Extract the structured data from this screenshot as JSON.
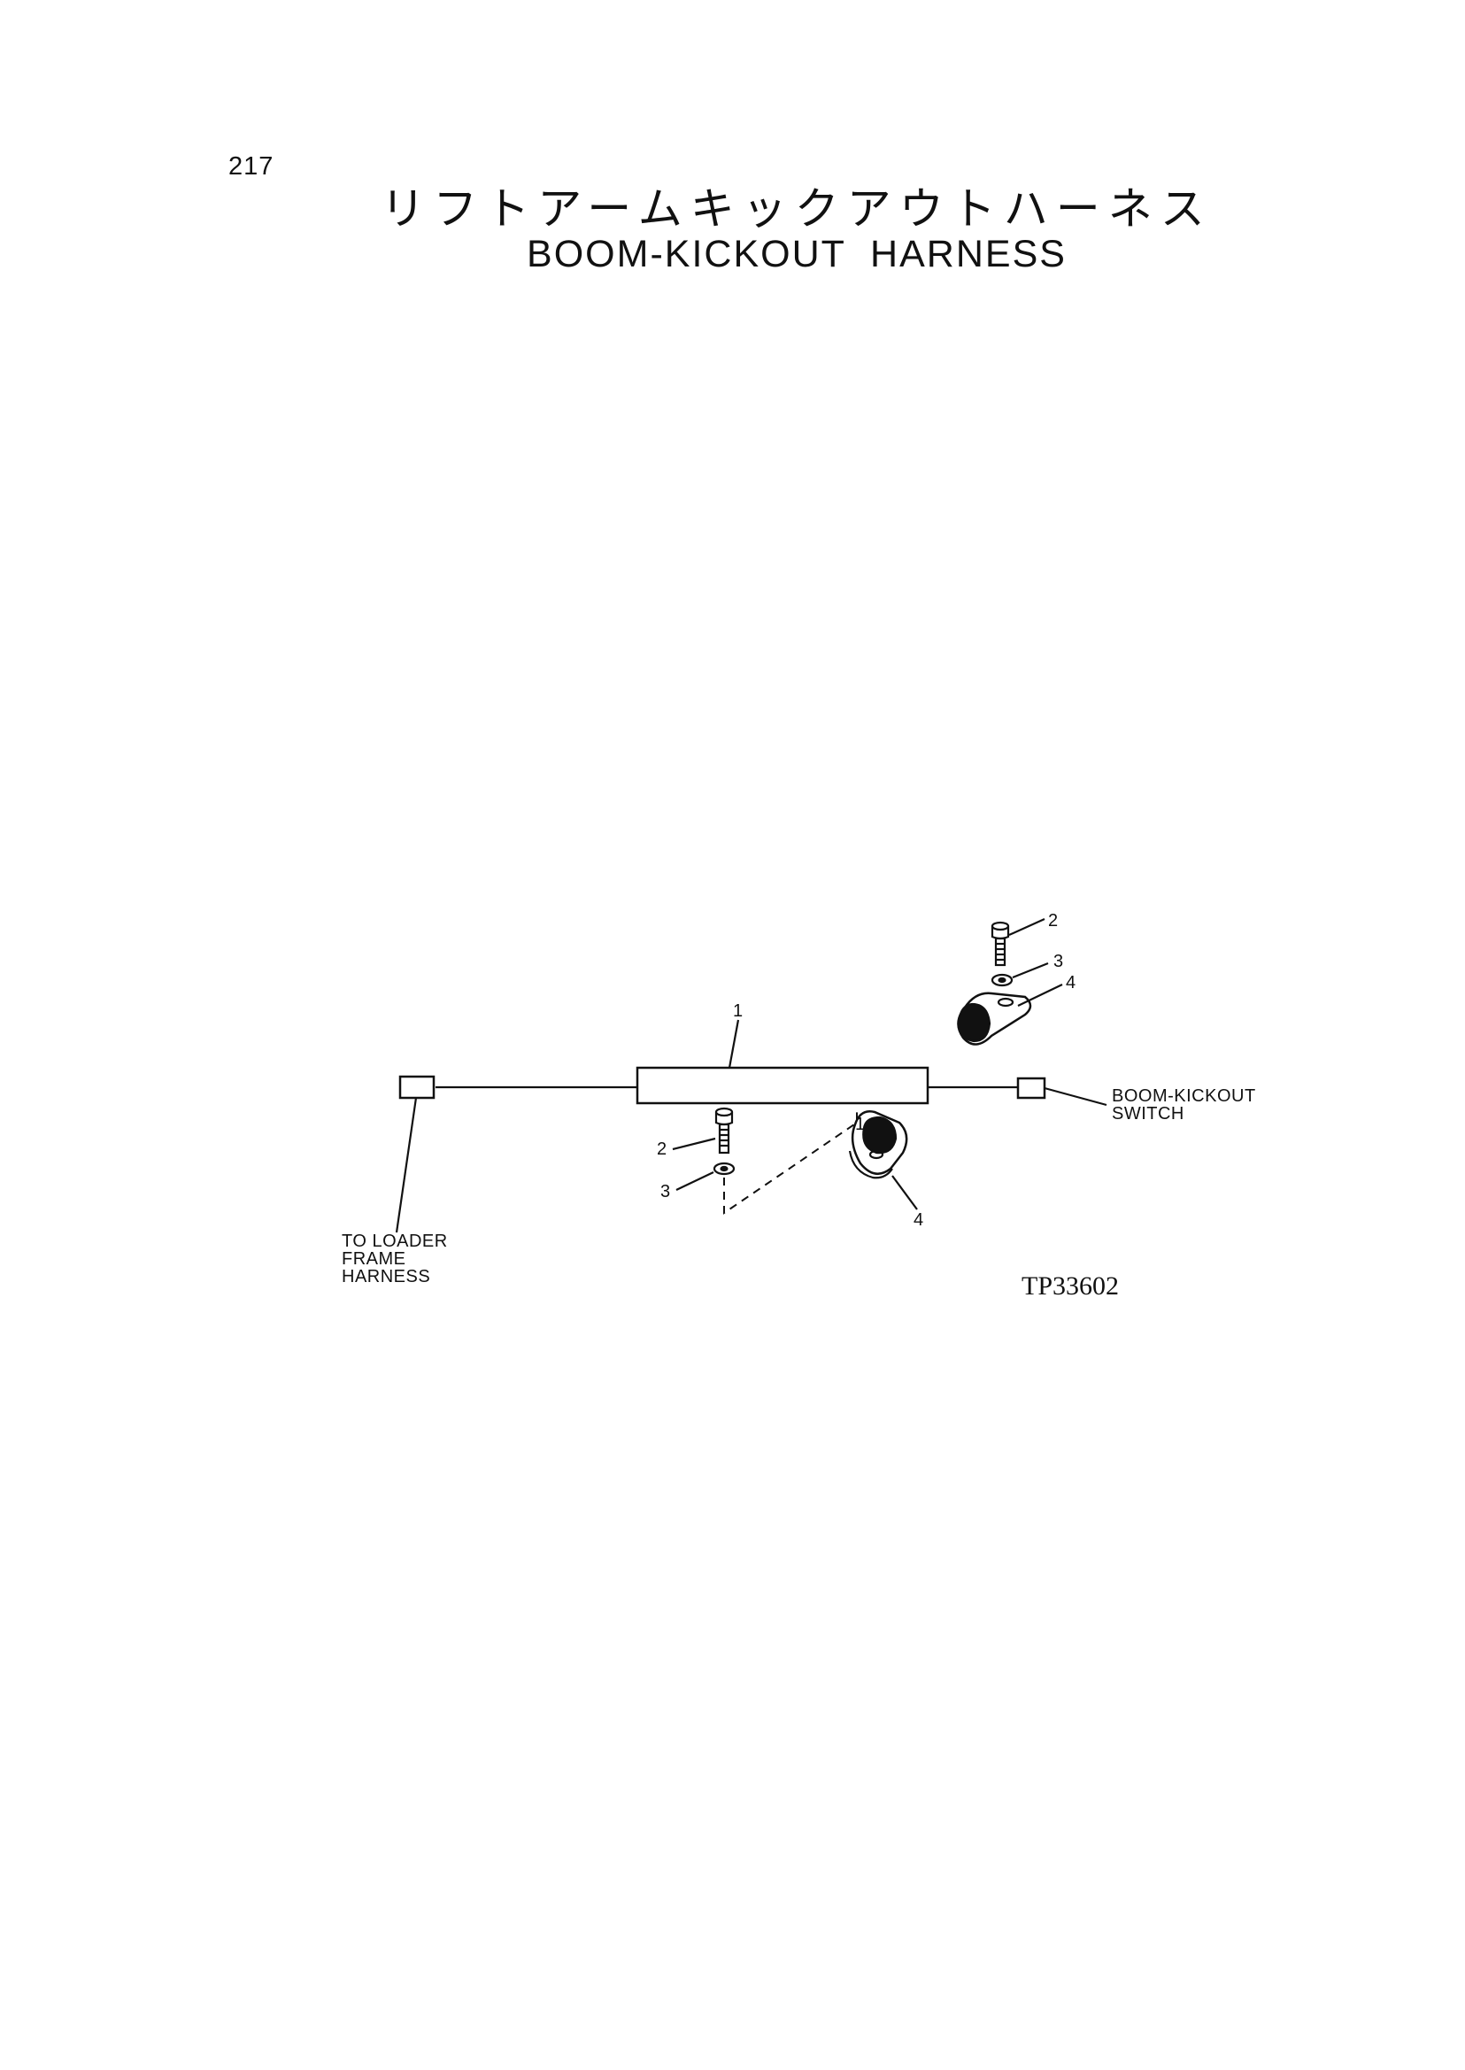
{
  "page": {
    "number": "217",
    "title_ja": "リフトアームキックアウトハーネス",
    "title_en": "BOOM-KICKOUT  HARNESS"
  },
  "diagram": {
    "callouts": {
      "harness": "1",
      "bolt_upper": "2",
      "washer_upper": "3",
      "clamp_upper": "4",
      "bolt_lower": "2",
      "washer_lower": "3",
      "clamp_lower": "4",
      "clamp_lower_ref": "1"
    },
    "labels": {
      "left_line1": "TO LOADER",
      "left_line2": "FRAME",
      "left_line3": "HARNESS",
      "right_line1": "BOOM-KICKOUT",
      "right_line2": "SWITCH"
    },
    "figure_code": "TP33602"
  },
  "colors": {
    "ink": "#111111",
    "paper": "#ffffff"
  }
}
